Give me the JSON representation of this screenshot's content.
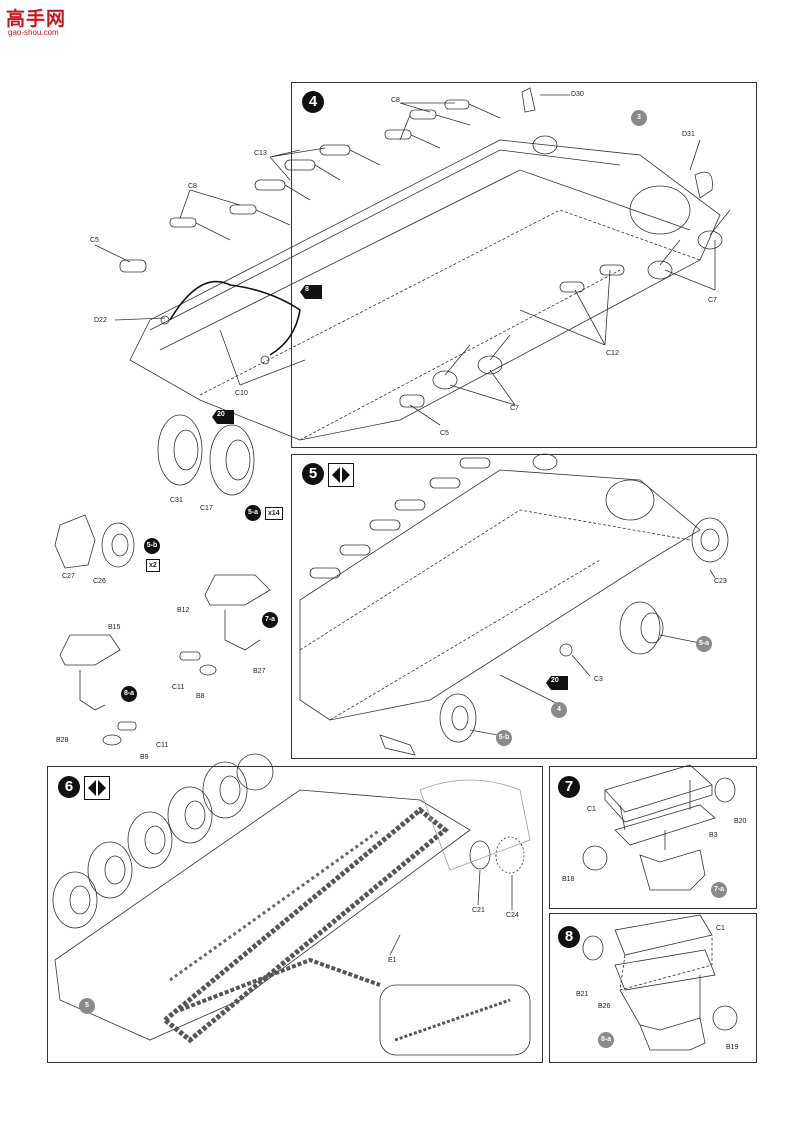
{
  "site": {
    "logo_text": "高手网",
    "url": "gao-shou.com"
  },
  "steps": {
    "s4": {
      "number": "4"
    },
    "s5": {
      "number": "5"
    },
    "s6": {
      "number": "6"
    },
    "s7": {
      "number": "7"
    },
    "s8": {
      "number": "8"
    }
  },
  "subs": {
    "s5a": "5-a",
    "s5b": "5-b",
    "s7a": "7-a",
    "s8a": "8-a"
  },
  "quantities": {
    "q14": "x14",
    "q2": "x2"
  },
  "refs": {
    "r3": "3",
    "r4": "4",
    "r5": "5",
    "r5a": "5-a",
    "r5b": "5-b",
    "r7a": "7-a",
    "r8a": "8-a"
  },
  "flags": {
    "f8": "8",
    "f20a": "20",
    "f20b": "20"
  },
  "labels": {
    "C8a": "C8",
    "D30": "D30",
    "C13": "C13",
    "D31": "D31",
    "C8b": "C8",
    "C5a": "C5",
    "D22": "D22",
    "C10": "C10",
    "C7a": "C7",
    "C12": "C12",
    "C7b": "C7",
    "C5b": "C5",
    "C31": "C31",
    "C17": "C17",
    "C27": "C27",
    "C26": "C26",
    "B12": "B12",
    "B27": "B27",
    "C11a": "C11",
    "B8": "B8",
    "B15": "B15",
    "B28": "B28",
    "C11b": "C11",
    "B9": "B9",
    "C23": "C23",
    "C3": "C3",
    "C21": "C21",
    "C24": "C24",
    "E1": "E1",
    "C1a": "C1",
    "B20": "B20",
    "B3": "B3",
    "B18": "B18",
    "C1b": "C1",
    "B21": "B21",
    "B26": "B26",
    "B19": "B19"
  }
}
